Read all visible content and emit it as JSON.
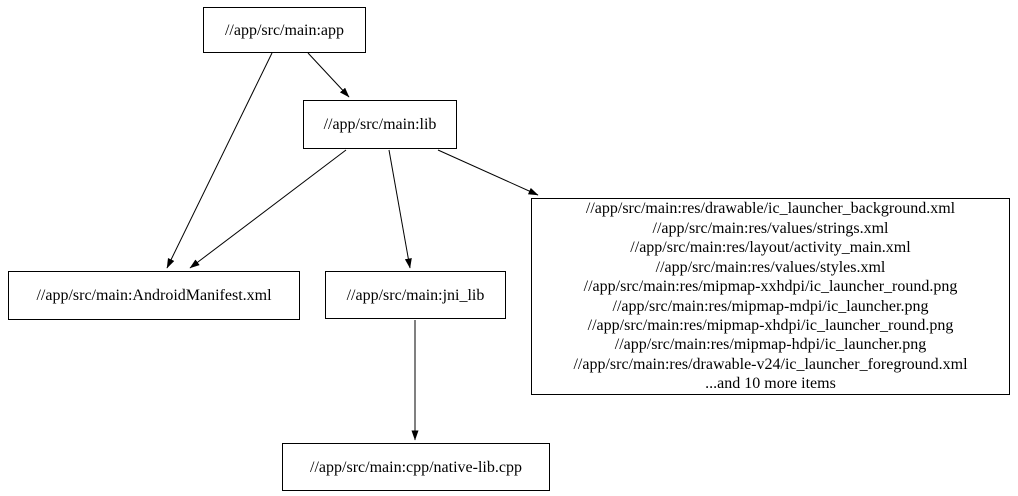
{
  "diagram": {
    "kind": "build-dependency-graph",
    "background_color": "#ffffff",
    "node_border_color": "#000000",
    "text_color": "#000000",
    "edge_color": "#000000",
    "nodes": {
      "app": {
        "label": "//app/src/main:app"
      },
      "lib": {
        "label": "//app/src/main:lib"
      },
      "manifest": {
        "label": "//app/src/main:AndroidManifest.xml"
      },
      "jni_lib": {
        "label": "//app/src/main:jni_lib"
      },
      "resources": {
        "lines": [
          "//app/src/main:res/drawable/ic_launcher_background.xml",
          "//app/src/main:res/values/strings.xml",
          "//app/src/main:res/layout/activity_main.xml",
          "//app/src/main:res/values/styles.xml",
          "//app/src/main:res/mipmap-xxhdpi/ic_launcher_round.png",
          "//app/src/main:res/mipmap-mdpi/ic_launcher.png",
          "//app/src/main:res/mipmap-xhdpi/ic_launcher_round.png",
          "//app/src/main:res/mipmap-hdpi/ic_launcher.png",
          "//app/src/main:res/drawable-v24/ic_launcher_foreground.xml",
          "...and 10 more items"
        ]
      },
      "native_lib": {
        "label": "//app/src/main:cpp/native-lib.cpp"
      }
    },
    "edges": [
      {
        "from": "app",
        "to": "lib"
      },
      {
        "from": "app",
        "to": "manifest"
      },
      {
        "from": "lib",
        "to": "manifest"
      },
      {
        "from": "lib",
        "to": "jni_lib"
      },
      {
        "from": "lib",
        "to": "resources"
      },
      {
        "from": "jni_lib",
        "to": "native_lib"
      }
    ]
  }
}
